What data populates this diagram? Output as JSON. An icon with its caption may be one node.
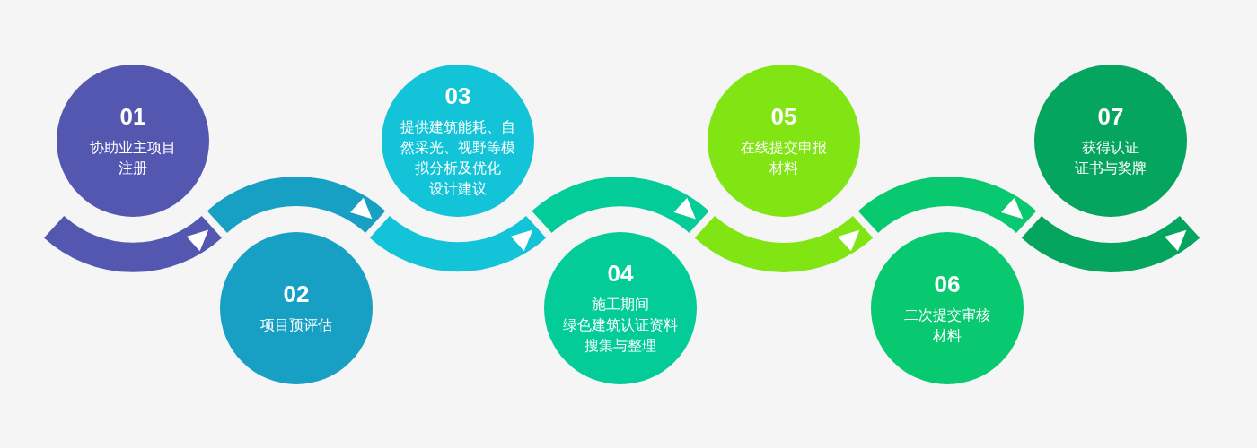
{
  "diagram": {
    "nodes": [
      {
        "text": [
          "01",
          "协助业主项目注册"
        ]
      },
      {
        "text": [
          "02",
          "项目预评估"
        ]
      },
      {
        "text": [
          "03",
          "提供建筑能耗、自然采光、视野等模拟分析及优化设计建议"
        ]
      },
      {
        "text": [
          "04",
          "施工期间绿色建筑认证资料搜集与整理"
        ]
      },
      {
        "text": [
          "05",
          "在线提交申报材料"
        ]
      },
      {
        "text": [
          "06",
          "二次提交审核材料"
        ]
      },
      {
        "text": [
          "07",
          "获得认证证书与奖牌"
        ]
      }
    ],
    "edges": [
      {
        "from": null,
        "to": 0,
        "arrow": "to",
        "color": "#5457b0"
      },
      {
        "from": 0,
        "to": 1,
        "arrow": "to",
        "color": "#18a0c4"
      },
      {
        "from": 1,
        "to": 2,
        "arrow": "to",
        "color": "#13c4d9"
      },
      {
        "from": 2,
        "to": 3,
        "arrow": "to",
        "color": "#04cc99"
      },
      {
        "from": 3,
        "to": 4,
        "arrow": "to",
        "color": "#80e512"
      },
      {
        "from": 4,
        "to": 5,
        "arrow": "to",
        "color": "#08c970"
      },
      {
        "from": 5,
        "to": 6,
        "arrow": "to",
        "color": "#05a45f"
      }
    ]
  }
}
